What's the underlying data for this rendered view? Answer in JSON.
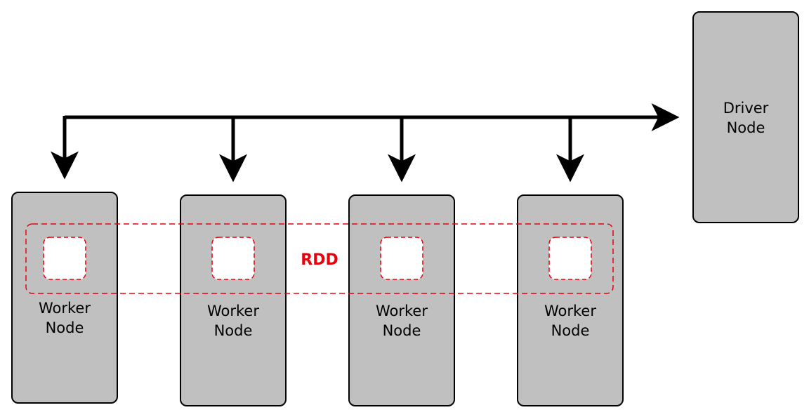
{
  "driver": {
    "label_line1": "Driver",
    "label_line2": "Node"
  },
  "workers": [
    {
      "label_line1": "Worker",
      "label_line2": "Node"
    },
    {
      "label_line1": "Worker",
      "label_line2": "Node"
    },
    {
      "label_line1": "Worker",
      "label_line2": "Node"
    },
    {
      "label_line1": "Worker",
      "label_line2": "Node"
    }
  ],
  "rdd": {
    "label": "RDD"
  },
  "colors": {
    "node_fill": "#c0c0c0",
    "node_stroke": "#000000",
    "rdd": "#e8000b",
    "connector": "#000000"
  }
}
